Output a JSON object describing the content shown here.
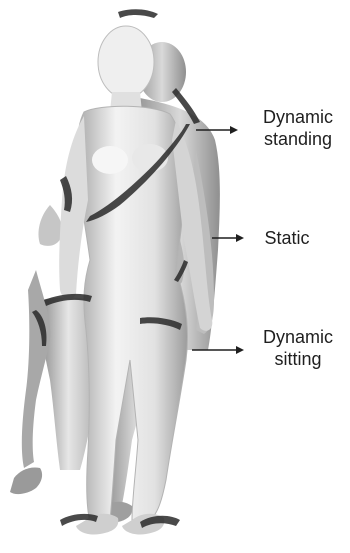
{
  "labels": {
    "dynamic_standing": [
      "Dynamic",
      "standing"
    ],
    "static": "Static",
    "dynamic_sitting": [
      "Dynamic",
      "sitting"
    ]
  },
  "colors": {
    "background": "#ffffff",
    "body_light": "#eeeeee",
    "body_mid": "#c4c4c4",
    "body_dark": "#8a8a8a",
    "scan_noise": "#2a2a2a",
    "arrow": "#1f1f1f"
  }
}
